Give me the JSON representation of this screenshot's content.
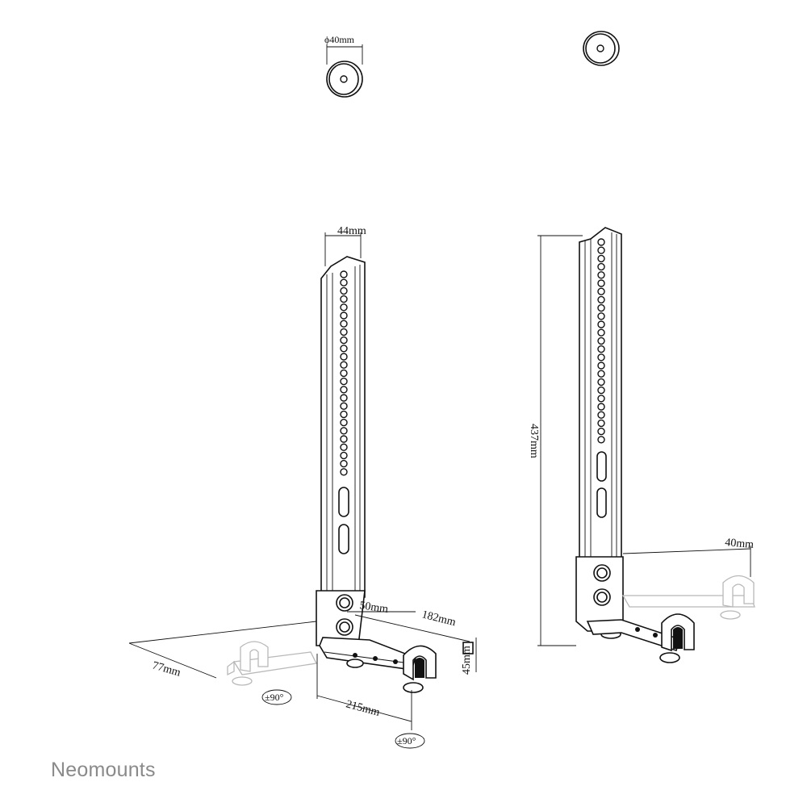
{
  "brand": "Neomounts",
  "dimensions": {
    "cap_diameter": "ϕ40mm",
    "width": "44mm",
    "height": "437mm",
    "offset": "40mm",
    "depth_top": "50mm",
    "length": "182mm",
    "depth_base": "77mm",
    "foot_height": "45mm",
    "base_length": "215mm"
  },
  "rotation": {
    "left": "±90°",
    "bottom": "±90°"
  },
  "colors": {
    "line": "#111111",
    "ghost": "#b8b8b8",
    "brand": "#8a8a8a"
  }
}
